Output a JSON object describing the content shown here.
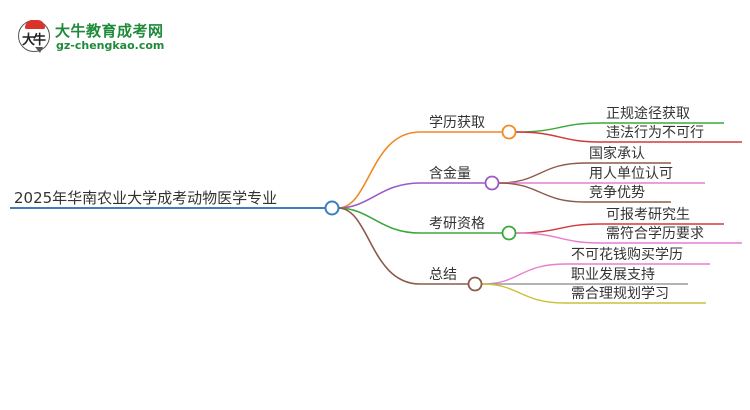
{
  "logo": {
    "title": "大牛教育成考网",
    "url": "gz-chengkao.com",
    "badge_glyph": "大牛",
    "brand_color": "#1e8a3a"
  },
  "mindmap": {
    "root": {
      "label": "2025年华南农业大学成考动物医学专业",
      "color": "#3a7fc1"
    },
    "branches": [
      {
        "label": "学历获取",
        "color": "#f08a24",
        "children": [
          {
            "label": "正规途径获取",
            "color": "#3aa83a"
          },
          {
            "label": "违法行为不可行",
            "color": "#d23a3a"
          }
        ]
      },
      {
        "label": "含金量",
        "color": "#9b59c6",
        "children": [
          {
            "label": "国家承认",
            "color": "#8c5a4a"
          },
          {
            "label": "用人单位认可",
            "color": "#e77fcf"
          },
          {
            "label": "竞争优势",
            "color": "#8c5a4a"
          }
        ]
      },
      {
        "label": "考研资格",
        "color": "#3aa83a",
        "children": [
          {
            "label": "可报考研究生",
            "color": "#d23a3a"
          },
          {
            "label": "需符合学历要求",
            "color": "#e77fcf"
          }
        ]
      },
      {
        "label": "总结",
        "color": "#8c5a4a",
        "children": [
          {
            "label": "不可花钱购买学历",
            "color": "#e77fcf"
          },
          {
            "label": "职业发展支持",
            "color": "#9a9a9a"
          },
          {
            "label": "需合理规划学习",
            "color": "#c8c23a"
          }
        ]
      }
    ]
  }
}
